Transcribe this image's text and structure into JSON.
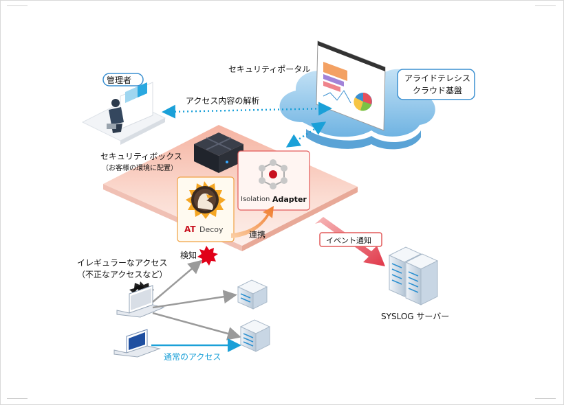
{
  "labels": {
    "admin": "管理者",
    "portal": "セキュリティポータル",
    "cloud_line1": "アライドテレシス",
    "cloud_line2": "クラウド基盤",
    "analysis": "アクセス内容の解析",
    "security_box": "セキュリティボックス",
    "security_box_sub": "（お客様の環境に配置）",
    "isolation_left": "Isolation",
    "isolation_right": "Adapter",
    "decoy_at": "AT",
    "decoy_name": "Decoy",
    "link": "連携",
    "event": "イベント通知",
    "detect": "検知",
    "irregular_line1": "イレギュラーなアクセス",
    "irregular_line2": "（不正なアクセスなど）",
    "normal": "通常のアクセス",
    "syslog": "SYSLOG サーバー"
  },
  "colors": {
    "platform": "#f9d6cc",
    "cyan_arrow": "#1aa0d8",
    "red_arrow": "#e8505b",
    "orange_arrow": "#f08a3c",
    "cloud": "#8fc6ea",
    "label_border": "#3a8fd0",
    "detect_burst": "#e00018",
    "gray_arrow": "#9a9a9a"
  },
  "icons": [
    "admin-workstation-icon",
    "security-box-icon",
    "isolation-adapter-icon",
    "at-decoy-icon",
    "cloud-icon",
    "portal-screen-icon",
    "syslog-server-icon",
    "server-icon",
    "laptop-icon",
    "malware-icon",
    "detect-burst-icon"
  ]
}
